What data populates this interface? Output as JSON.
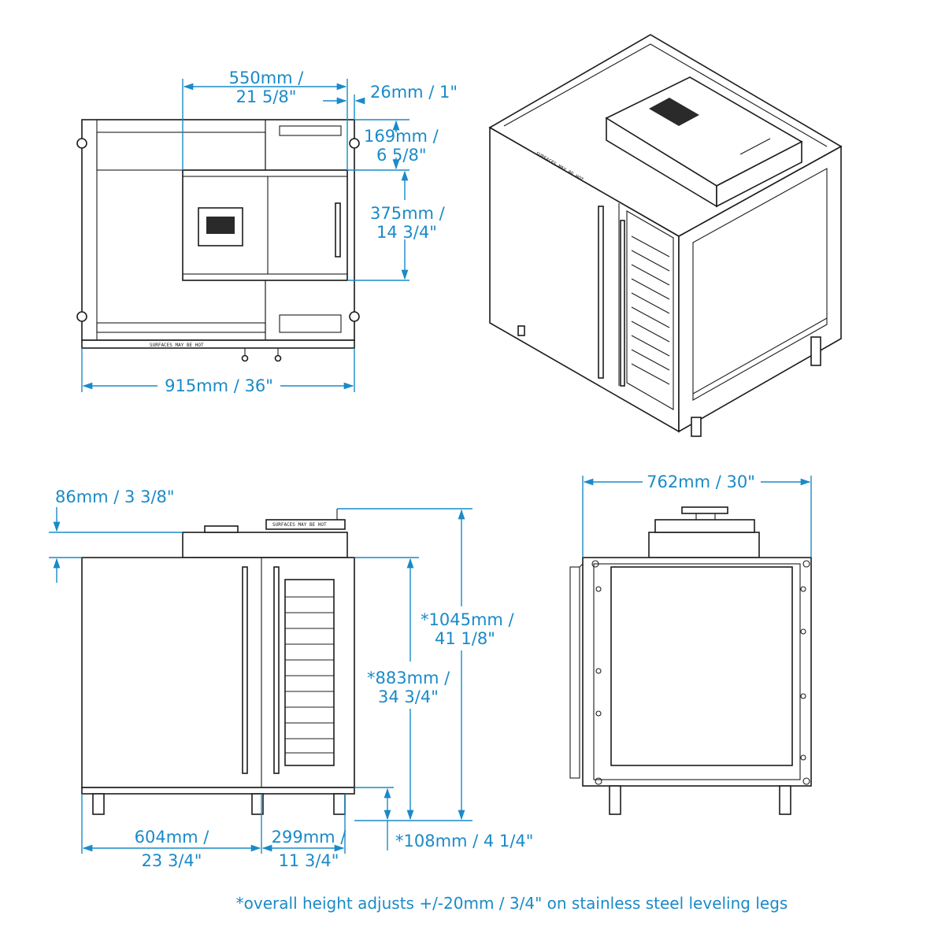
{
  "top_view": {
    "width_550": [
      "550mm /",
      "21 5/8\""
    ],
    "width_26": "26mm / 1\"",
    "depth_169": [
      "169mm /",
      "6 5/8\""
    ],
    "depth_375": [
      "375mm /",
      "14 3/4\""
    ],
    "width_915": "915mm / 36\"",
    "front_label": "SURFACES MAY BE HOT"
  },
  "front_view": {
    "height_86": "86mm / 3 3/8\"",
    "height_1045": [
      "*1045mm /",
      "41 1/8\""
    ],
    "height_883": [
      "*883mm /",
      "34 3/4\""
    ],
    "width_604": [
      "604mm /",
      "23 3/4\""
    ],
    "width_299": [
      "299mm /",
      "11 3/4\""
    ],
    "height_108": "*108mm / 4 1/4\"",
    "top_label": "SURFACES MAY BE HOT"
  },
  "side_view": {
    "width_762": "762mm / 30\""
  },
  "iso_view": {
    "rim_label": "SURFACES MAY BE HOT"
  },
  "footnote": "*overall height adjusts +/-20mm / 3/4\" on stainless steel leveling legs",
  "colors": {
    "dimension": "#1a8ac8",
    "linework": "#1c1c1c"
  }
}
